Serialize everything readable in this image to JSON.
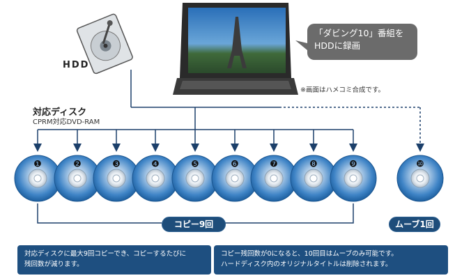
{
  "hdd_label": "HDD",
  "callout_tv": {
    "line1": "「ダビング10」番組を",
    "line2": "HDDに録画"
  },
  "composite_note": "※画面はハメコミ合成です。",
  "supported_discs": {
    "title": "対応ディスク",
    "subtitle": "CPRM対応DVD-RAM"
  },
  "discs": [
    "❶",
    "❷",
    "❸",
    "❹",
    "❺",
    "❻",
    "❼",
    "❽",
    "❾",
    "❿"
  ],
  "copy_label": "コピー9回",
  "move_label": "ムーブ1回",
  "note_copy": {
    "line1": "対応ディスクに最大9回コピーでき、コピーするたびに",
    "line2": "残回数が減ります。"
  },
  "note_move": {
    "line1": "コピー残回数が0になると、10回目はムーブのみ可能です。",
    "line2": "ハードディスク内のオリジナルタイトルは削除されます。"
  },
  "colors": {
    "disc_blue": "#2f73b8",
    "pill_navy": "#1e4d7a",
    "note_navy": "#1e4f80",
    "callout_gray": "#6b6b6b"
  }
}
